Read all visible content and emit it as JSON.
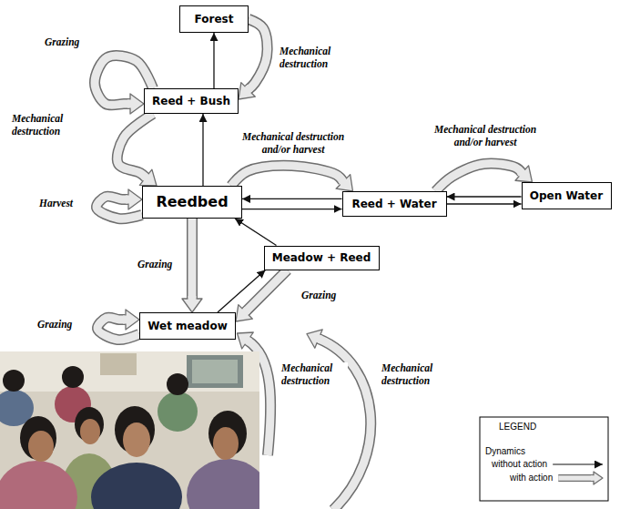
{
  "diagram": {
    "nodes": [
      {
        "text": [
          "Forest"
        ]
      },
      {
        "text": [
          "Reed + Bush"
        ]
      },
      {
        "text": [
          "Reedbed"
        ]
      },
      {
        "text": [
          "Reed + Water"
        ]
      },
      {
        "text": [
          "Open Water"
        ]
      },
      {
        "text": [
          "Meadow + Reed"
        ]
      },
      {
        "text": [
          "Wet meadow"
        ]
      }
    ],
    "edges": [
      {
        "from": 1,
        "to": 0,
        "arrow": "to"
      },
      {
        "from": 2,
        "to": 1,
        "arrow": "to"
      },
      {
        "from": 3,
        "to": 2,
        "arrow": "to"
      },
      {
        "from": 2,
        "to": 3,
        "arrow": "to"
      },
      {
        "from": 4,
        "to": 3,
        "arrow": "to"
      },
      {
        "from": 3,
        "to": 4,
        "arrow": "to"
      },
      {
        "from": 5,
        "to": 2,
        "arrow": "to"
      },
      {
        "from": 6,
        "to": 5,
        "arrow": "to"
      },
      {
        "from": 1,
        "to": 1,
        "label": "Grazing",
        "arrow": "to"
      },
      {
        "from": 0,
        "to": 1,
        "label": "Mechanical destruction",
        "arrow": "to"
      },
      {
        "from": 1,
        "to": 2,
        "label": "Mechanical destruction",
        "arrow": "to"
      },
      {
        "from": 2,
        "to": 2,
        "label": "Harvest",
        "arrow": "to"
      },
      {
        "from": 2,
        "to": 3,
        "label": "Mechanical destruction and/or harvest",
        "arrow": "to"
      },
      {
        "from": 3,
        "to": 4,
        "label": "Mechanical destruction and/or harvest",
        "arrow": "to"
      },
      {
        "from": 2,
        "to": 6,
        "label": "Grazing",
        "arrow": "to"
      },
      {
        "from": 5,
        "to": 6,
        "label": "Grazing",
        "arrow": "to"
      },
      {
        "from": 6,
        "to": 6,
        "label": "Grazing",
        "arrow": "to"
      }
    ],
    "labels": [
      "Mechanical destruction",
      "Mechanical destruction",
      "LEGEND",
      "Dynamics"
    ],
    "legend": [
      {
        "text": "without action"
      },
      {
        "text": "with action"
      }
    ]
  }
}
